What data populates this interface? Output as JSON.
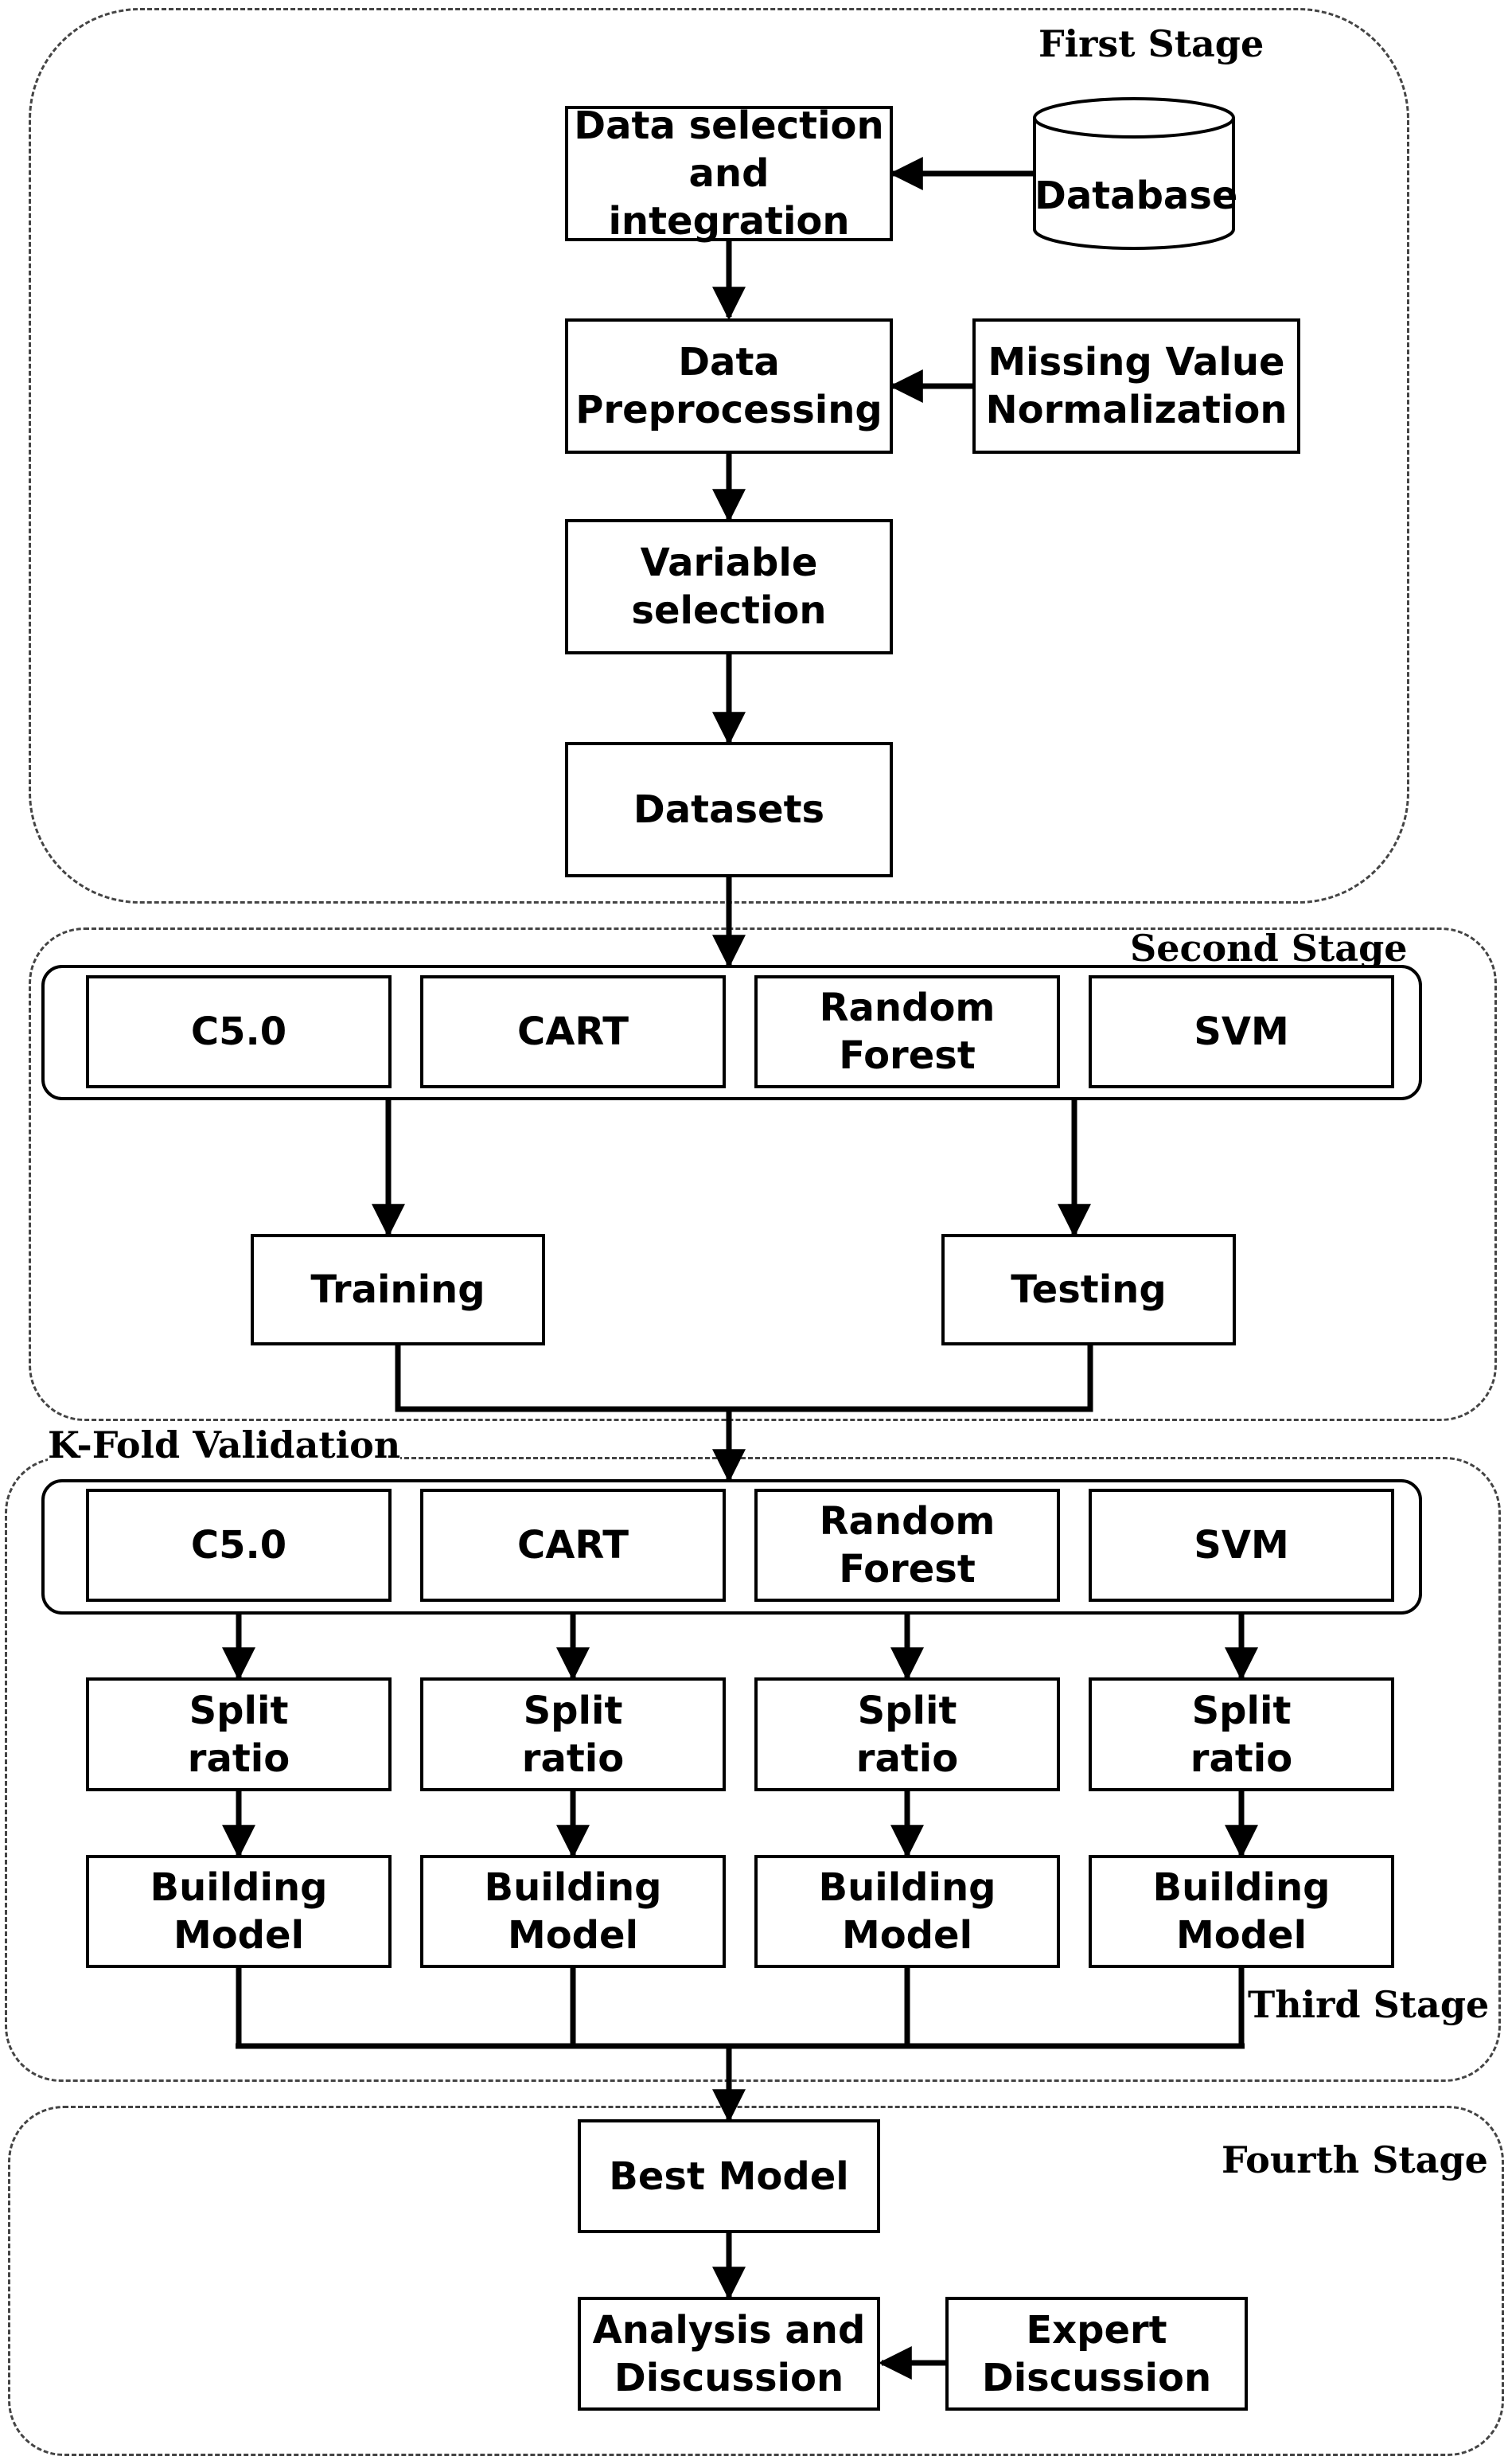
{
  "stages": {
    "first": "First Stage",
    "second": "Second Stage",
    "kfold": "K-Fold Validation",
    "third": "Third Stage",
    "fourth": "Fourth Stage"
  },
  "first_stage": {
    "data_selection": "Data selection\nand integration",
    "database": "Database",
    "preprocessing": "Data\nPreprocessing",
    "missing_value": "Missing Value\nNormalization",
    "variable_selection": "Variable\nselection",
    "datasets": "Datasets"
  },
  "second_stage": {
    "models": [
      "C5.0",
      "CART",
      "Random\nForest",
      "SVM"
    ],
    "training": "Training",
    "testing": "Testing"
  },
  "third_stage": {
    "models": [
      "C5.0",
      "CART",
      "Random\nForest",
      "SVM"
    ],
    "split": "Split\nratio",
    "building": "Building\nModel"
  },
  "fourth_stage": {
    "best_model": "Best Model",
    "analysis": "Analysis and\nDiscussion",
    "expert": "Expert\nDiscussion"
  }
}
